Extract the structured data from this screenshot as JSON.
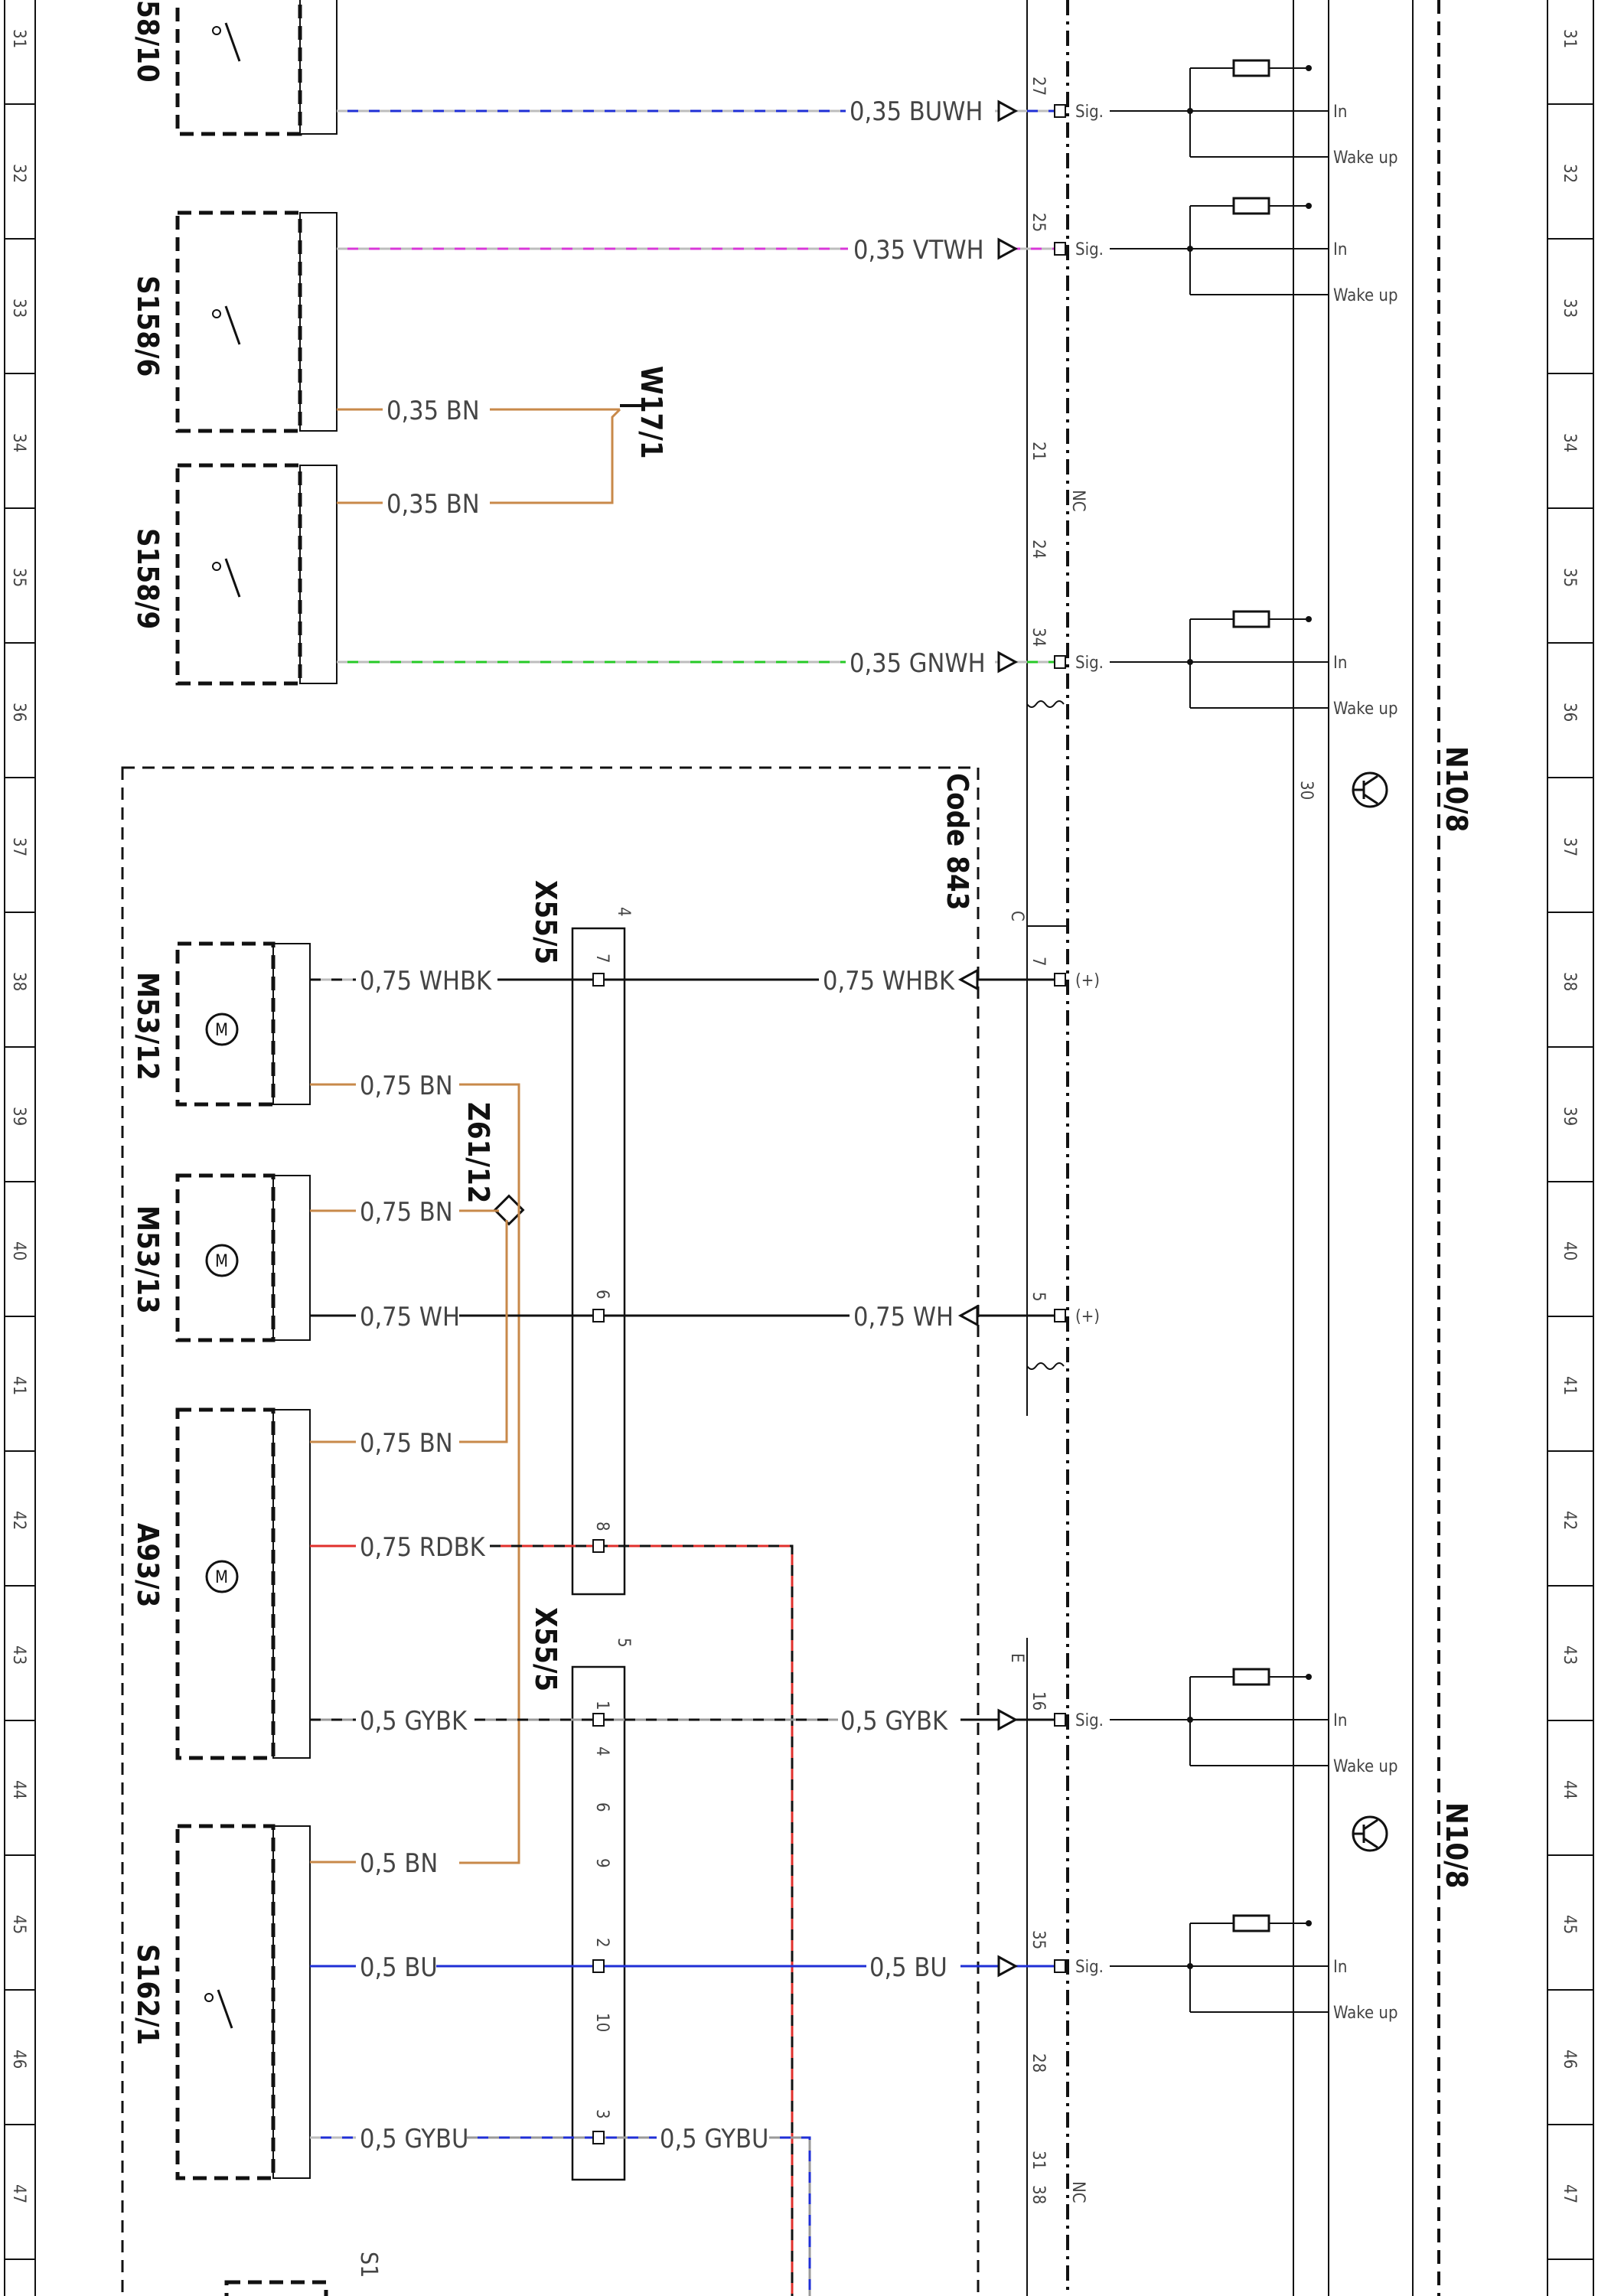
{
  "rows": [
    "31",
    "32",
    "33",
    "34",
    "35",
    "36",
    "37",
    "38",
    "39",
    "40",
    "41",
    "42",
    "43",
    "44",
    "45",
    "46",
    "47"
  ],
  "colors": {
    "BN": "#c8894a",
    "BU": "#1f2fd6",
    "WH": "#bdbdbd",
    "BK": "#111111",
    "VT": "#d838d8",
    "GN": "#26c926",
    "RD": "#e0302c",
    "GY": "#9a9a9a"
  },
  "components": {
    "s158_10": "58/10",
    "s158_6": "S158/6",
    "s158_9": "S158/9",
    "w17_1": "W17/1",
    "m53_12": "M53/12",
    "m53_13": "M53/13",
    "a93_3": "A93/3",
    "s162_1": "S162/1",
    "z61_12": "Z61/12",
    "x55_5a": "X55/5",
    "x55_5b": "X55/5",
    "code843": "Code 843",
    "n10_8a": "N10/8",
    "n10_8b": "N10/8",
    "s1": "S1"
  },
  "wires": {
    "buwh": "0,35 BUWH",
    "vtwh": "0,35 VTWH",
    "bn1": "0,35 BN",
    "bn2": "0,35 BN",
    "gnwh": "0,35 GNWH",
    "whbk1": "0,75 WHBK",
    "whbk2": "0,75 WHBK",
    "bn3": "0,75 BN",
    "bn4": "0,75 BN",
    "wh1": "0,75 WH",
    "wh2": "0,75 WH",
    "bn5": "0,75 BN",
    "rdbk": "0,75 RDBK",
    "gybk1": "0,5 GYBK",
    "gybk2": "0,5 GYBK",
    "bn6": "0,5 BN",
    "bu1": "0,5 BU",
    "bu2": "0,5 BU",
    "gybu1": "0,5 GYBU",
    "gybu2": "0,5 GYBU"
  },
  "pins": {
    "p27": "27",
    "p25": "25",
    "p21": "21",
    "p24": "24",
    "p34": "34",
    "p7": "7",
    "p5": "5",
    "p16": "16",
    "p35": "35",
    "p28": "28",
    "p31": "31",
    "p38": "38",
    "pC": "C",
    "pE": "E",
    "p30": "30",
    "x4": "4",
    "x5": "5",
    "x7": "7",
    "x6": "6",
    "x8": "8",
    "x1": "1",
    "x4b": "4",
    "x6b": "6",
    "x9": "9",
    "x2": "2",
    "x10": "10",
    "x3": "3"
  },
  "signals": {
    "sig": "Sig.",
    "plus": "(+)",
    "in": "In",
    "wake": "Wake up",
    "nc": "NC"
  }
}
